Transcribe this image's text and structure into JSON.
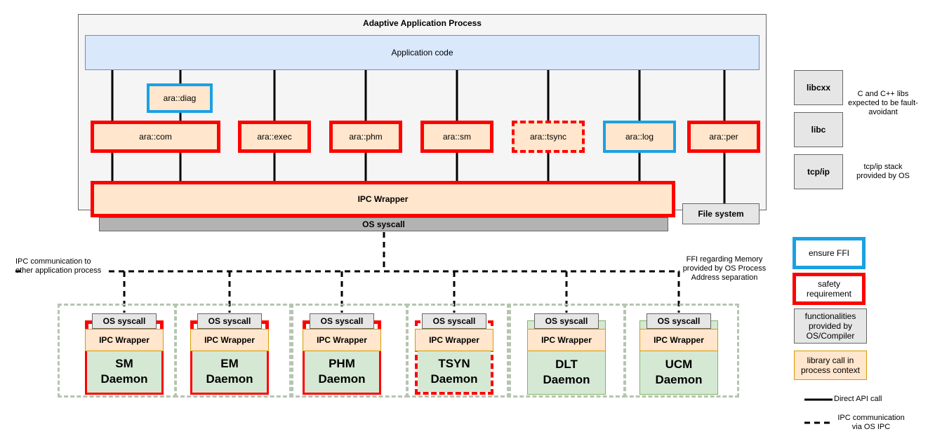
{
  "process": {
    "title": "Adaptive Application Process",
    "app_code": "Application code"
  },
  "libraries": {
    "diag": "ara::diag",
    "com": "ara::com",
    "exec": "ara::exec",
    "phm": "ara::phm",
    "sm": "ara::sm",
    "tsync": "ara::tsync",
    "log": "ara::log",
    "per": "ara::per"
  },
  "ipc_wrapper": "IPC Wrapper",
  "os_syscall": "OS syscall",
  "file_system": "File system",
  "right_panel": {
    "libcxx": "libcxx",
    "libc": "libc",
    "tcpip": "tcp/ip",
    "libs_note": "C and C++ libs expected to be fault-avoidant",
    "tcp_note": "tcp/ip stack provided by OS"
  },
  "notes": {
    "ipc_other": "IPC communication to other application process",
    "ffi_memory": "FFI regarding Memory provided by OS Process Address separation"
  },
  "daemons": [
    {
      "line1": "SM",
      "line2": "Daemon",
      "syscall": "OS syscall",
      "ipc": "IPC Wrapper"
    },
    {
      "line1": "EM",
      "line2": "Daemon",
      "syscall": "OS syscall",
      "ipc": "IPC Wrapper"
    },
    {
      "line1": "PHM",
      "line2": "Daemon",
      "syscall": "OS syscall",
      "ipc": "IPC Wrapper"
    },
    {
      "line1": "TSYN",
      "line2": "Daemon",
      "syscall": "OS syscall",
      "ipc": "IPC Wrapper"
    },
    {
      "line1": "DLT",
      "line2": "Daemon",
      "syscall": "OS syscall",
      "ipc": "IPC Wrapper"
    },
    {
      "line1": "UCM",
      "line2": "Daemon",
      "syscall": "OS syscall",
      "ipc": "IPC Wrapper"
    }
  ],
  "legend": {
    "ensure_ffi": "ensure FFI",
    "safety_requirement": "safety requirement",
    "os_functionalities": "functionalities provided by OS/Compiler",
    "library_call": "library call in process context",
    "direct_api": "Direct API call",
    "ipc_comm": "IPC communication via OS IPC"
  },
  "colors": {
    "safety_red": "#ff0000",
    "ffi_blue": "#1ba1e2",
    "app_code_blue": "#dae8fc",
    "library_orange": "#ffe6cc",
    "daemon_green": "#d5e8d4",
    "os_grey": "#e6e6e6",
    "group_dash": "#b6c4b0"
  }
}
